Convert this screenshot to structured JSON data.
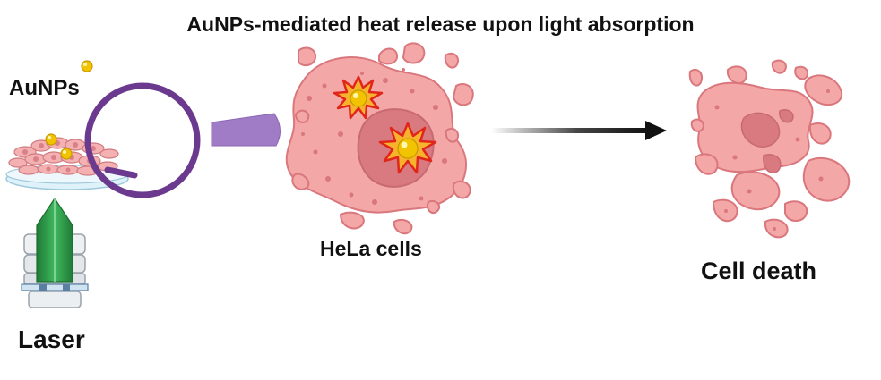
{
  "title": "AuNPs-mediated heat release upon light absorption",
  "labels": {
    "aunps": "AuNPs",
    "hela": "HeLa cells",
    "cell_death": "Cell death",
    "laser": "Laser"
  },
  "colors": {
    "cell_fill": "#f4a7a7",
    "cell_stroke": "#d9777d",
    "nucleus": "#d97a80",
    "magnifier": "#6b3a8f",
    "handle": "#a07cc7",
    "gold": "#f2c300",
    "burst_red": "#e0261b",
    "laser_beam": "#2e9e4a",
    "arrow": "#111111"
  }
}
